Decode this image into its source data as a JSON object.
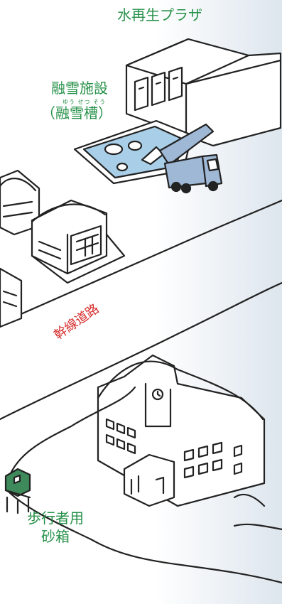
{
  "labels": {
    "water_plaza": "水再生プラザ",
    "snow_facility_title": "融雪施設",
    "snow_facility_ruby": "ゆう せつ そう",
    "snow_facility_sub": "（融雪槽）",
    "trunk_road": "幹線道路",
    "sandbox_line1": "歩行者用",
    "sandbox_line2": "砂箱"
  },
  "colors": {
    "label_green": "#27914a",
    "road_red": "#d62b2b",
    "water_blue": "#a9cfe8",
    "truck_blue": "#9fb8d6",
    "sandbox_green": "#3e8a5a",
    "ink": "#222222"
  }
}
